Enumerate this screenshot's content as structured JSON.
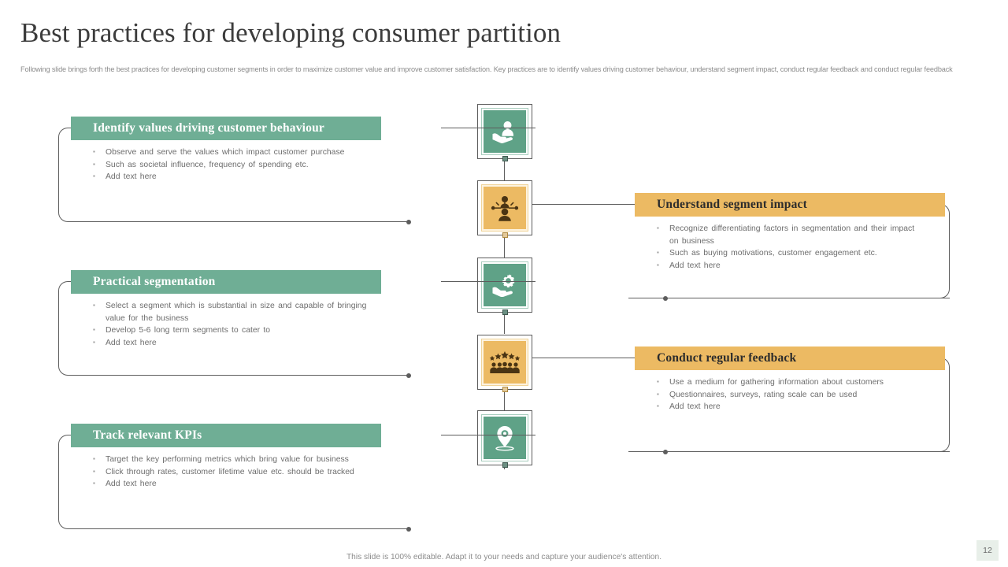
{
  "slide": {
    "title": "Best practices for developing consumer partition",
    "subtitle": "Following slide brings forth the best practices for developing customer segments in order to maximize customer value and improve customer satisfaction. Key practices are to identify values driving customer behaviour, understand segment impact, conduct regular feedback and conduct regular feedback",
    "footer_note": "This slide is 100% editable. Adapt it to your needs and capture your audience's attention.",
    "page_number": "12"
  },
  "colors": {
    "green": "#6FAE95",
    "green_icon": "#5FA287",
    "orange": "#ECBA63",
    "line": "#5D5D5D",
    "body_text": "#6D6D6D",
    "title_text": "#3C3C3C",
    "page_badge_bg": "#E8EFE9"
  },
  "cards": [
    {
      "id": "identify-values",
      "side": "left",
      "accent": "green",
      "title": "Identify values driving customer behaviour",
      "bullets": [
        "Observe and serve the values which impact customer purchase",
        "Such as societal influence, frequency of spending etc.",
        "Add text here"
      ]
    },
    {
      "id": "practical-segmentation",
      "side": "left",
      "accent": "green",
      "title": "Practical segmentation",
      "bullets": [
        "Select a segment which is substantial in size and capable of bringing value for the business",
        "Develop 5-6 long term segments to cater to",
        "Add text here"
      ]
    },
    {
      "id": "track-relevant-kpis",
      "side": "left",
      "accent": "green",
      "title": "Track relevant KPIs",
      "bullets": [
        "Target the key performing metrics which bring value for business",
        "Click through rates, customer lifetime value etc. should be tracked",
        "Add text here"
      ]
    },
    {
      "id": "understand-segment-impact",
      "side": "right",
      "accent": "orange",
      "title": "Understand segment impact",
      "bullets": [
        "Recognize differentiating factors in segmentation and their impact on business",
        "Such as buying motivations, customer engagement etc.",
        "Add text here"
      ]
    },
    {
      "id": "conduct-regular-feedback",
      "side": "right",
      "accent": "orange",
      "title": "Conduct regular feedback",
      "bullets": [
        "Use a medium for gathering information about customers",
        "Questionnaires, surveys, rating scale can be used",
        "Add text here"
      ]
    }
  ],
  "nodes": [
    {
      "id": "node-1",
      "icon": "hand-holding-customer-icon",
      "accent": "green",
      "linked_card": "identify-values"
    },
    {
      "id": "node-2",
      "icon": "person-network-icon",
      "accent": "orange",
      "linked_card": "understand-segment-impact"
    },
    {
      "id": "node-3",
      "icon": "hand-holding-gear-icon",
      "accent": "green",
      "linked_card": "practical-segmentation"
    },
    {
      "id": "node-4",
      "icon": "audience-rating-stars-icon",
      "accent": "orange",
      "linked_card": "conduct-regular-feedback"
    },
    {
      "id": "node-5",
      "icon": "location-pin-icon",
      "accent": "green",
      "linked_card": "track-relevant-kpis"
    }
  ]
}
